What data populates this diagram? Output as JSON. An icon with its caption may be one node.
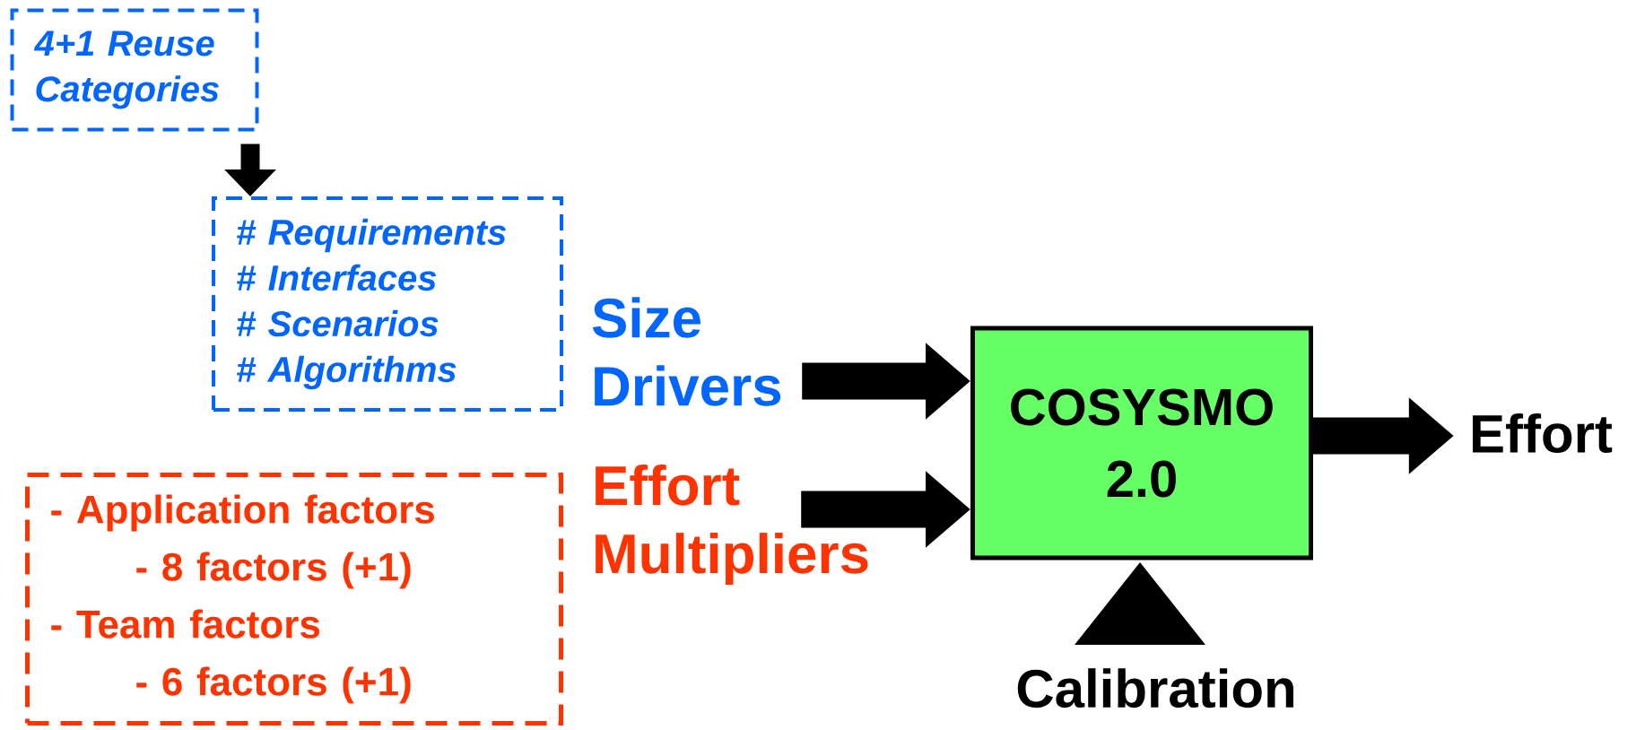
{
  "diagram": {
    "nodes": [
      {
        "text": [
          "4+1 Reuse Categories"
        ]
      },
      {
        "text": [
          "# Requirements",
          "# Interfaces",
          "# Scenarios",
          "# Algorithms"
        ]
      },
      {
        "text": [
          "Size Drivers"
        ]
      },
      {
        "text": [
          "- Application factors",
          "- 8 factors (+1)",
          "- Team factors",
          "- 6 factors (+1)"
        ]
      },
      {
        "text": [
          "Effort Multipliers"
        ]
      },
      {
        "text": [
          "COSYSMO 2.0"
        ]
      },
      {
        "text": [
          "Effort"
        ]
      },
      {
        "text": [],
        "shape": "triangle",
        "beside": [
          "Calibration"
        ]
      }
    ],
    "edges": [
      {
        "from": 0,
        "to": 1,
        "arrow": "to"
      },
      {
        "from": 2,
        "to": 5,
        "arrow": "to"
      },
      {
        "from": 4,
        "to": 5,
        "arrow": "to"
      },
      {
        "from": 5,
        "to": 6,
        "arrow": "to"
      }
    ]
  }
}
